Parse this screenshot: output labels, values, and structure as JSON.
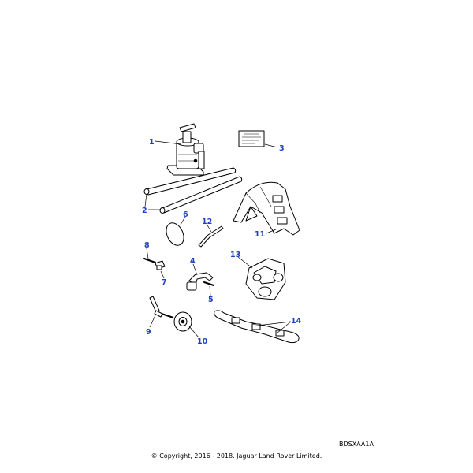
{
  "diagram": {
    "callouts": [
      "1",
      "2",
      "3",
      "4",
      "5",
      "6",
      "7",
      "8",
      "9",
      "10",
      "11",
      "12",
      "13",
      "14"
    ],
    "reference_code": "BDSXAA1A",
    "copyright": "© Copyright, 2016 - 2018. Jaguar Land Rover Limited.",
    "callout_color": "#1f3fbf"
  }
}
